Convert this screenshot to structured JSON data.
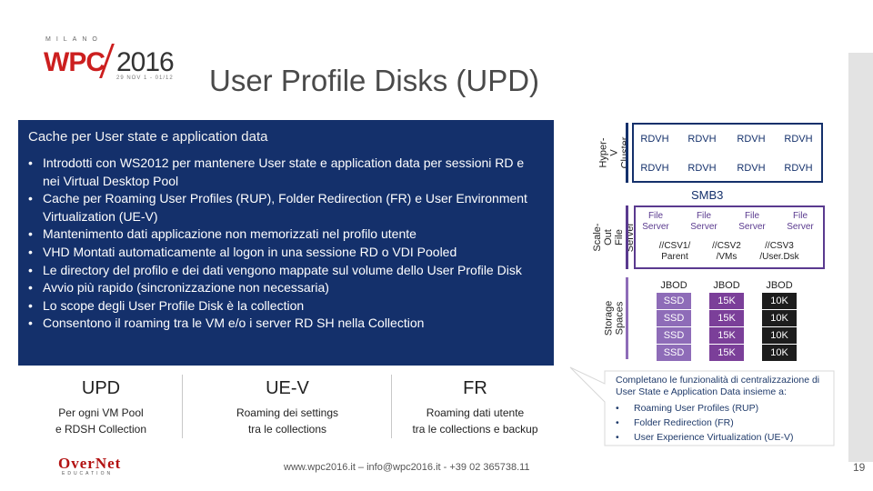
{
  "logo": {
    "city": "MILANO",
    "brand": "WPC",
    "year": "2016",
    "dates": "29 NOV 1 - 01/12"
  },
  "title": "User Profile Disks (UPD)",
  "panel": {
    "title": "Cache per User state e application data",
    "bullets": [
      "Introdotti con WS2012 per mantenere User state e application data per sessioni RD e nei Virtual Desktop Pool",
      "Cache per Roaming User Profiles (RUP), Folder Redirection (FR) e User Environment Virtualization (UE-V)",
      "Mantenimento dati applicazione non memorizzati nel profilo utente",
      "VHD Montati automaticamente al logon in una sessione RD o VDI Pooled",
      "Le directory del profilo e dei dati vengono mappate sul volume dello User Profile Disk",
      "Avvio più rapido (sincronizzazione non necessaria)",
      "Lo scope degli User Profile Disk è la collection",
      "Consentono il roaming tra le VM e/o i server RD SH nella Collection"
    ]
  },
  "columns": [
    {
      "head": "UPD",
      "line1": "Per ogni VM Pool",
      "line2": "e RDSH Collection"
    },
    {
      "head": "UE-V",
      "line1": "Roaming dei settings",
      "line2": "tra le collections"
    },
    {
      "head": "FR",
      "line1": "Roaming dati utente",
      "line2": "tra le collections e backup"
    }
  ],
  "diagram": {
    "labels": {
      "hyperv": "Hyper-V Cluster",
      "sofs": "Scale-Out File Server",
      "spaces": "Storage Spaces"
    },
    "rdvh": "RDVH",
    "smb": "SMB3",
    "file_server": [
      "File",
      "Server"
    ],
    "csv": [
      {
        "l1": "//CSV1/",
        "l2": "Parent"
      },
      {
        "l1": "//CSV2",
        "l2": "/VMs"
      },
      {
        "l1": "//CSV3",
        "l2": "/User.Dsk"
      }
    ],
    "jbod": [
      {
        "head": "JBOD",
        "cells": [
          "SSD",
          "SSD",
          "SSD",
          "SSD"
        ]
      },
      {
        "head": "JBOD",
        "cells": [
          "15K",
          "15K",
          "15K",
          "15K"
        ]
      },
      {
        "head": "JBOD",
        "cells": [
          "10K",
          "10K",
          "10K",
          "10K"
        ]
      }
    ],
    "colors": {
      "cluster": "#14306b",
      "sofs": "#5a3a8f",
      "ssd": "#8e6cb8",
      "k15": "#7b3f99",
      "k10": "#1d1d1d"
    }
  },
  "callout": {
    "intro": "Completano le funzionalità di centralizzazione di User State e Application Data insieme a:",
    "items": [
      "Roaming User Profiles (RUP)",
      "Folder Redirection (FR)",
      "User Experience Virtualization (UE-V)"
    ]
  },
  "footer": {
    "company": "OverNet",
    "company_sub": "EDUCATION",
    "text": "www.wpc2016.it – info@wpc2016.it - +39 02 365738.11",
    "page": "19"
  },
  "bullet_glyph": "•"
}
